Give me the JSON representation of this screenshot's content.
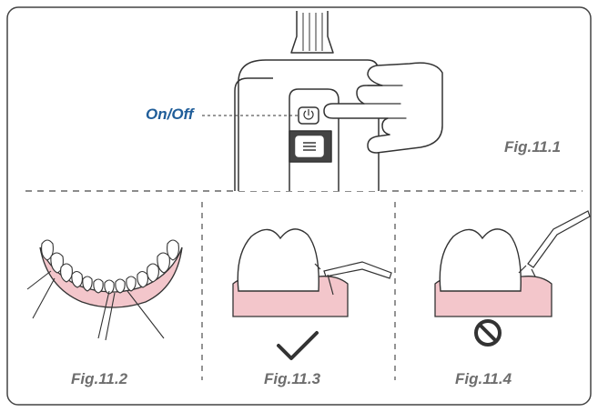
{
  "labels": {
    "on_off": "On/Off",
    "fig_11_1": "Fig.11.1",
    "fig_11_2": "Fig.11.2",
    "fig_11_3": "Fig.11.3",
    "fig_11_4": "Fig.11.4"
  },
  "icons": {
    "correct": "checkmark-icon",
    "incorrect": "prohibited-icon"
  },
  "colors": {
    "outline": "#333333",
    "gum_pink": "#f3c6cb",
    "label_blue": "#1f5d99",
    "label_gray": "#6e6e6e"
  }
}
